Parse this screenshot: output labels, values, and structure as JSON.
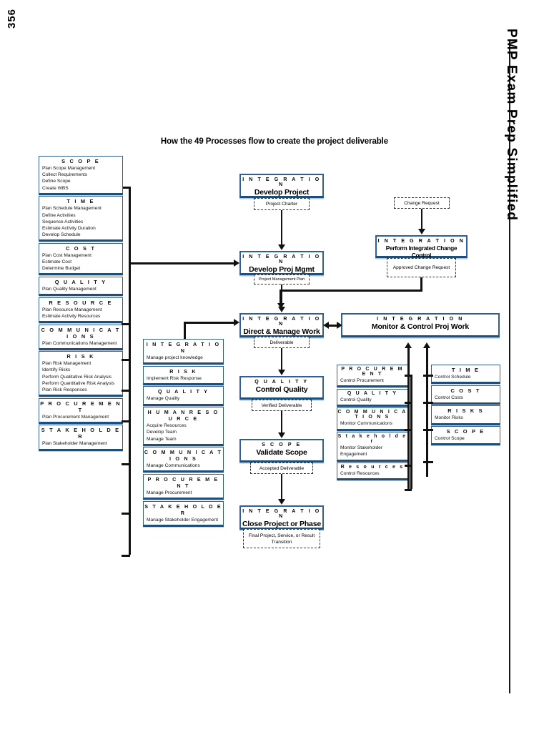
{
  "page": {
    "number": "356",
    "book_title": "PMP Exam Prep Simplified",
    "diagram_title": "How the 49 Processes flow to create the project deliverable"
  },
  "planning_column": {
    "groups": [
      {
        "knowledge_area": "S C O P E",
        "processes": [
          "Plan Scope Management",
          "Collect Requirements",
          "Define Scope",
          "Create WBS"
        ]
      },
      {
        "knowledge_area": "T I M E",
        "processes": [
          "Plan Schedule Management",
          "Define Activities",
          "Sequence Activities",
          "Estimate Activity Duration",
          "Develop Schedule"
        ]
      },
      {
        "knowledge_area": "C O S T",
        "processes": [
          "Plan Cost Management",
          "Estimate Cost",
          "Determine Budget"
        ]
      },
      {
        "knowledge_area": "Q U A L I T Y",
        "processes": [
          "Plan Quality Management"
        ]
      },
      {
        "knowledge_area": "R E S O U R C E",
        "processes": [
          "Plan Resource Management",
          "Estimate Activity Resources"
        ]
      },
      {
        "knowledge_area": "C O M M U N I C A T I O N S",
        "processes": [
          "Plan Communications Management"
        ]
      },
      {
        "knowledge_area": "R I S K",
        "processes": [
          "Plan Risk Management",
          "Identify Risks",
          "Perform Qualitative Risk Analysis",
          "Perform Quantitative Risk Analysis",
          "Plan Risk Responses"
        ]
      },
      {
        "knowledge_area": "P R O C U R E M E N T",
        "processes": [
          "Plan Procurement Management"
        ]
      },
      {
        "knowledge_area": "S T A K E H O L D E R",
        "processes": [
          "Plan Stakeholder Management"
        ]
      }
    ]
  },
  "executing_column": {
    "groups": [
      {
        "knowledge_area": "I N T E G R A T I O N",
        "processes": [
          "Manage project knowledge"
        ]
      },
      {
        "knowledge_area": "R I S K",
        "processes": [
          "Implement Risk Response"
        ]
      },
      {
        "knowledge_area": "Q U A L I T Y",
        "processes": [
          "Manage Quality"
        ]
      },
      {
        "knowledge_area": "H U M A N   R E S O U R C E",
        "processes": [
          "Acquire Resources",
          "Develop Team",
          "Manage Team"
        ]
      },
      {
        "knowledge_area": "C O M M U N I C A T I O N S",
        "processes": [
          "Manage Communications"
        ]
      },
      {
        "knowledge_area": "P R O C U R E M E N T",
        "processes": [
          "Manage Procurement"
        ]
      },
      {
        "knowledge_area": "S T A K E H O L D E R",
        "processes": [
          "Manage Stakeholder Engagement"
        ]
      }
    ]
  },
  "center_flow": {
    "develop_charter": {
      "knowledge_area": "I N T E G R A T I O N",
      "name": "Develop Project Charter"
    },
    "artifact_charter": "Project Charter",
    "develop_pmp": {
      "knowledge_area": "I N T E G R A T I O N",
      "name": "Develop Proj Mgmt Plan"
    },
    "artifact_pmp": "Project Management Plan",
    "direct_manage": {
      "knowledge_area": "I N T E G R A T I O N",
      "name": "Direct & Manage Work"
    },
    "artifact_deliverable": "Deliverable",
    "control_quality": {
      "knowledge_area": "Q U A L I T Y",
      "name": "Control Quality"
    },
    "artifact_verified": "Verified Deliverable",
    "validate_scope": {
      "knowledge_area": "S C O P E",
      "name": "Validate Scope"
    },
    "artifact_accepted": "Accepted Deliverable",
    "close_project": {
      "knowledge_area": "I N T E G R A T I O N",
      "name": "Close Project or Phase"
    },
    "artifact_final": "Final Project, Service, or Result Transition"
  },
  "change_control": {
    "artifact_change_request": "Change Request",
    "perform_icc": {
      "knowledge_area": "I N T E G R A T I O N",
      "name": "Perform Integrated Change Control"
    },
    "artifact_approved": "Approved Change Request"
  },
  "monitor_control": {
    "knowledge_area": "I N T E G R A T I O N",
    "name": "Monitor & Control Proj Work"
  },
  "monitoring_column_left": {
    "groups": [
      {
        "knowledge_area": "P R O C U R E M E N T",
        "processes": [
          "Control Procurement"
        ]
      },
      {
        "knowledge_area": "Q U A L I T Y",
        "processes": [
          "Control Quality"
        ]
      },
      {
        "knowledge_area": "C O M M U N I C A T I O N S",
        "processes": [
          "Monitor Communications"
        ]
      },
      {
        "knowledge_area": "S t a k e h o l d e r",
        "processes": [
          "Monitor Stakeholder",
          "Engagement"
        ]
      },
      {
        "knowledge_area": "R e s o u r c e s",
        "processes": [
          "Control Resources"
        ]
      }
    ]
  },
  "monitoring_column_right": {
    "groups": [
      {
        "knowledge_area": "T I M E",
        "processes": [
          "Control Schedule"
        ]
      },
      {
        "knowledge_area": "C O S T",
        "processes": [
          "Control Costs"
        ]
      },
      {
        "knowledge_area": "R I S K S",
        "processes": [
          "Monitor Risks"
        ]
      },
      {
        "knowledge_area": "S C O P E",
        "processes": [
          "Control Scope"
        ]
      }
    ]
  },
  "colors": {
    "box_border": "#2f5f96",
    "box_accent": "#1f4e79",
    "line": "#111111"
  }
}
